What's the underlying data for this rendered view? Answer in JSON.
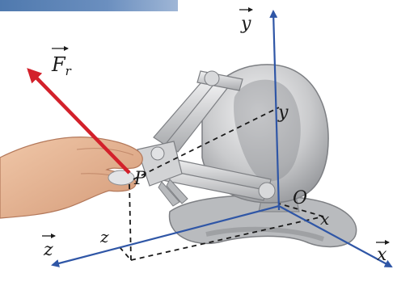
{
  "labels": {
    "force_symbol": "F",
    "force_subscript": "r",
    "point": "P",
    "origin": "O",
    "axis_y_top": "y",
    "axis_y_mid": "y",
    "axis_x_near": "x",
    "axis_x_end": "x",
    "axis_z_end": "z",
    "axis_z_near": "z"
  },
  "colors": {
    "axis_blue": "#2f56a6",
    "force_red": "#d3212b",
    "dash_black": "#1a1a1a",
    "device_silver": "#c8c9cb",
    "skin": "#e8b99a"
  }
}
